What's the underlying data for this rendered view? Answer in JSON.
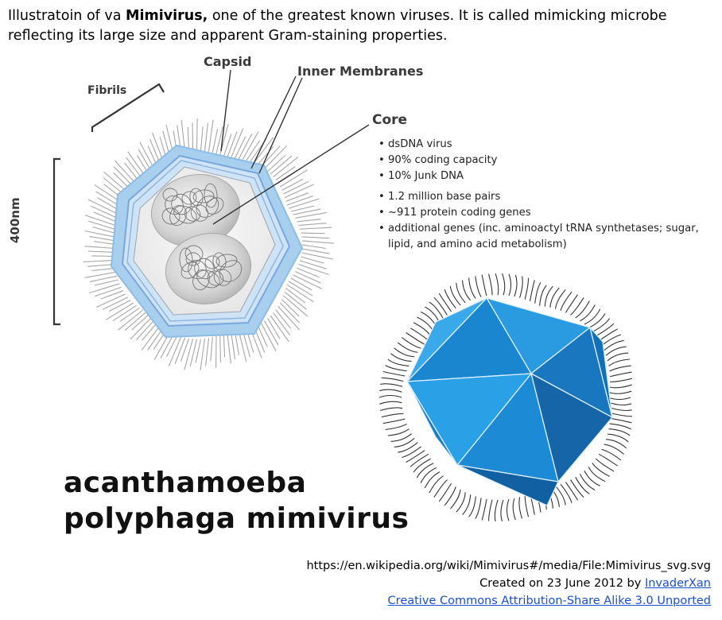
{
  "caption": {
    "prefix": "Illustratoin of va ",
    "bold": "Mimivirus,",
    "rest": " one of the greatest known viruses. It is called mimicking microbe reflecting its large size and apparent Gram-staining properties."
  },
  "labels": {
    "capsid": "Capsid",
    "inner_membranes": "Inner Membranes",
    "fibrils": "Fibrils",
    "core": "Core",
    "scale": "400nm"
  },
  "core_facts": [
    "dsDNA virus",
    "90% coding capacity",
    "10% Junk DNA",
    "1.2 million base pairs",
    "~911 protein coding genes",
    "additional genes (inc. aminoactyl tRNA synthetases; sugar, lipid, and amino acid metabolism)"
  ],
  "species_name": {
    "line1": "acanthamoeba",
    "line2": "polyphaga mimivirus"
  },
  "credits": {
    "url": "https://en.wikipedia.org/wiki/Mimivirus#/media/File:Mimivirus_svg.svg",
    "created_prefix": "Created on 23 June 2012  by ",
    "author": "InvaderXan",
    "license": "Creative Commons Attribution-Share Alike 3.0 Unported"
  },
  "colors": {
    "capsid_blue": "#a9cfee",
    "icosahedron_blue": "#1e8fd6",
    "link_blue": "#1a4fd0"
  }
}
